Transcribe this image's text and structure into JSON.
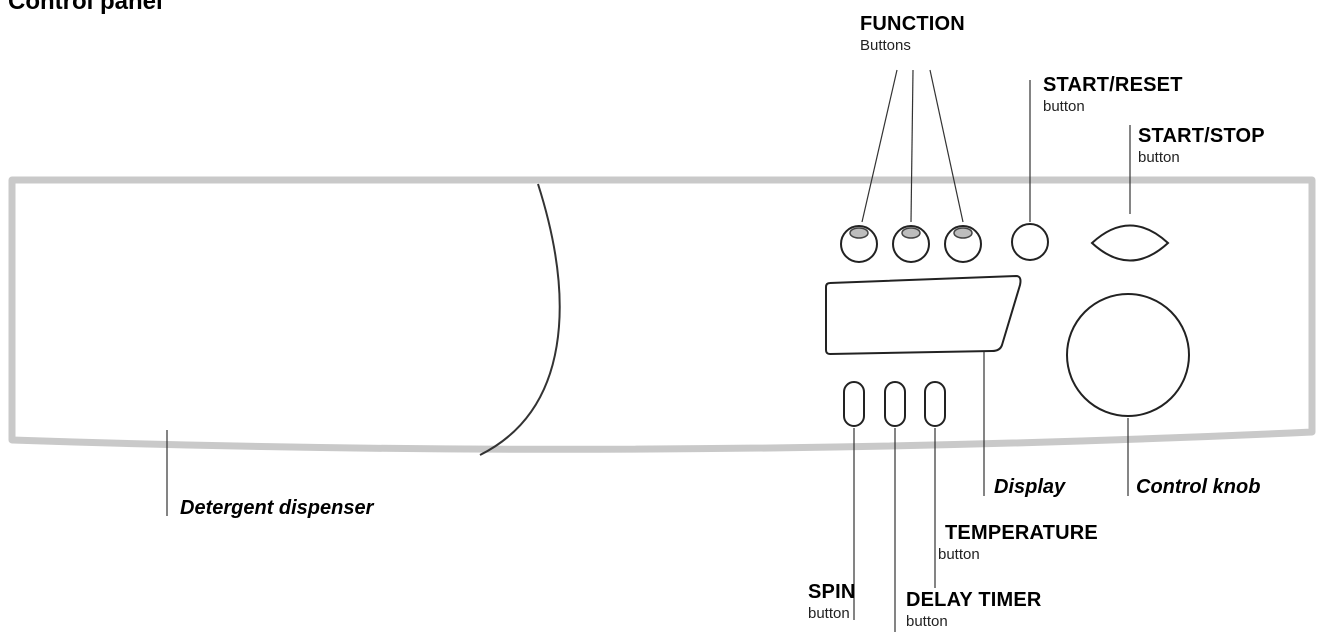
{
  "title": "Control panel",
  "labels": {
    "function": {
      "name": "FUNCTION",
      "sub": "Buttons"
    },
    "start_reset": {
      "name": "START/RESET",
      "sub": "button"
    },
    "start_stop": {
      "name": "START/STOP",
      "sub": "button"
    },
    "display": "Display",
    "control_knob": "Control knob",
    "detergent_dispenser": "Detergent dispenser",
    "temperature": {
      "name": "TEMPERATURE",
      "sub": "button"
    },
    "spin": {
      "name": "SPIN",
      "sub": "button"
    },
    "delay_timer": {
      "name": "DELAY TIMER",
      "sub": "button"
    }
  }
}
